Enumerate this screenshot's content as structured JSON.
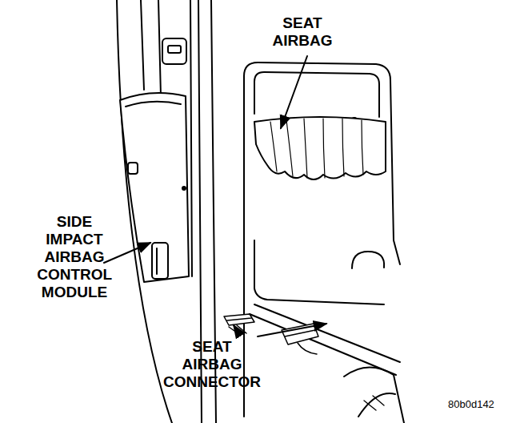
{
  "diagram": {
    "labels": [
      "SEAT AIRBAG",
      "SIDE IMPACT AIRBAG CONTROL MODULE",
      "SEAT AIRBAG CONNECTOR",
      "80b0d142"
    ]
  }
}
